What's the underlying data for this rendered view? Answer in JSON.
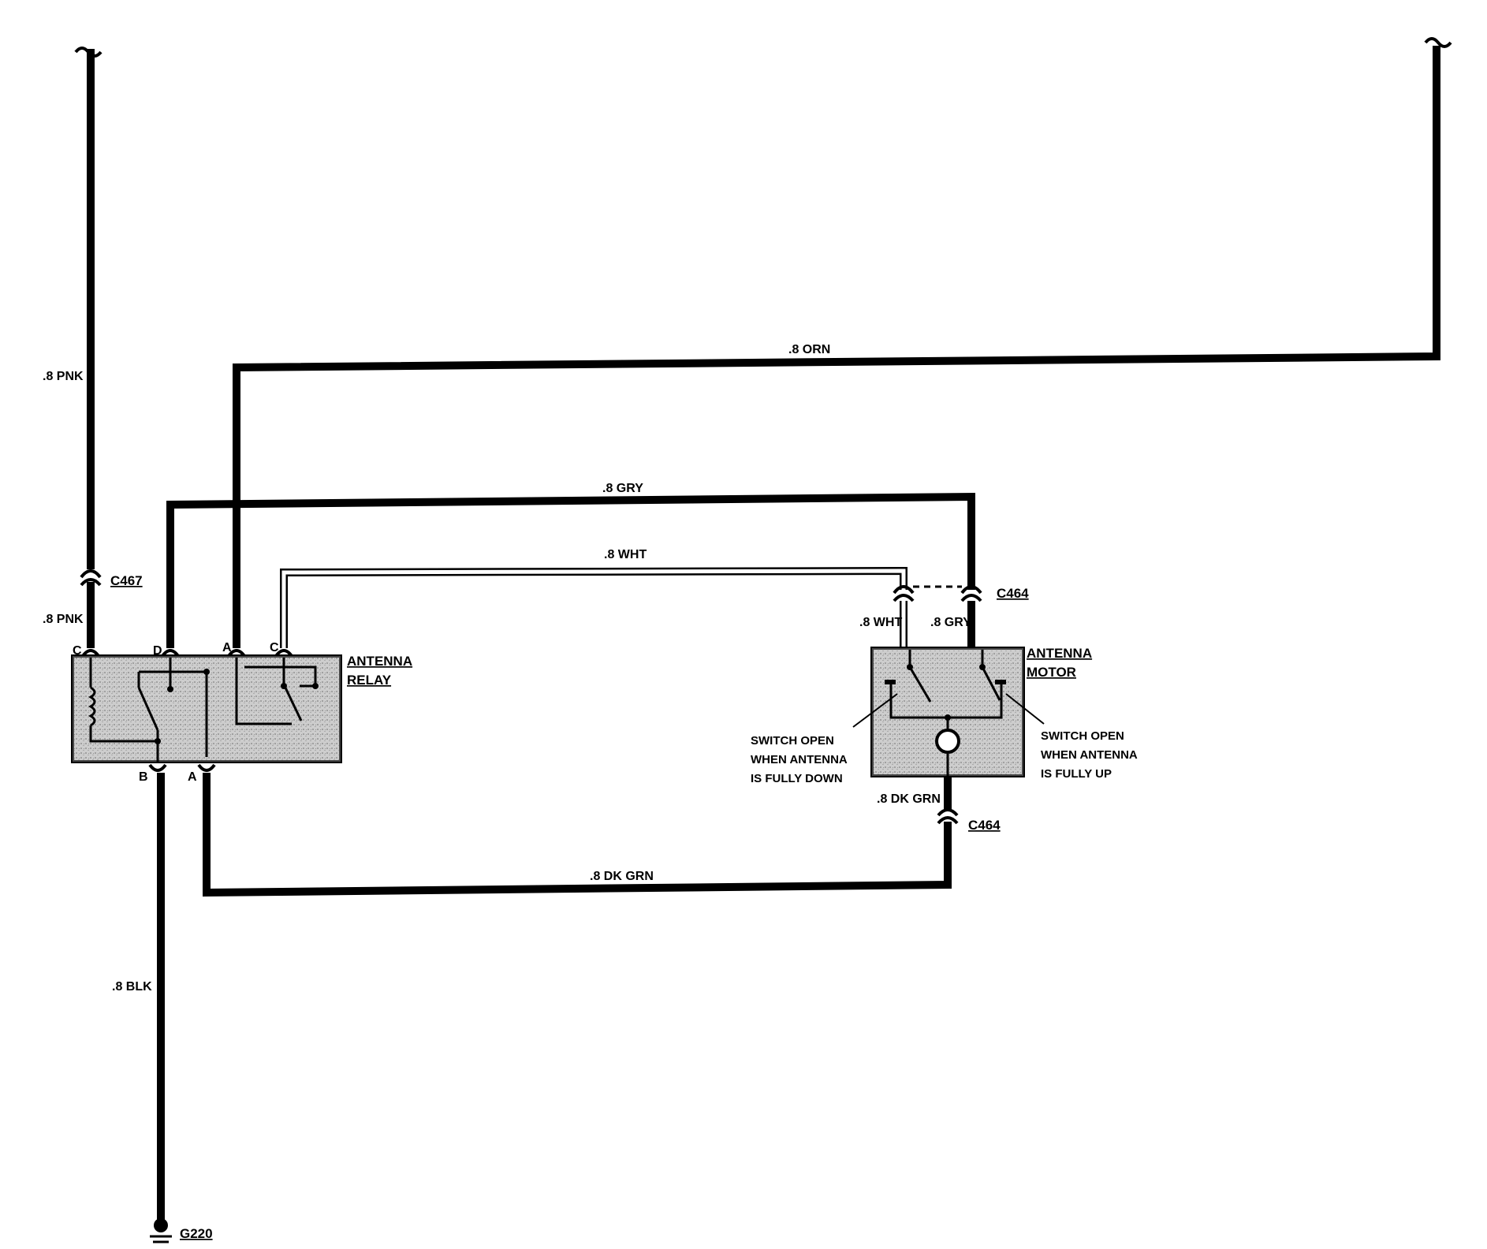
{
  "wires": {
    "pnk_upper": ".8 PNK",
    "pnk_lower": ".8 PNK",
    "orn": ".8 ORN",
    "gry": ".8 GRY",
    "wht": ".8 WHT",
    "wht_motor": ".8 WHT",
    "gry_motor": ".8 GRY",
    "dkgrn_motor": ".8 DK GRN",
    "dkgrn_bottom": ".8 DK GRN",
    "blk": ".8 BLK"
  },
  "connectors": {
    "c467": "C467",
    "c464_top": "C464",
    "c464_bottom": "C464"
  },
  "ground": "G220",
  "relay": {
    "line1": "ANTENNA",
    "line2": "RELAY",
    "pins": {
      "c_left": "C",
      "d": "D",
      "a_top": "A",
      "c_right": "C",
      "b": "B",
      "a_bottom": "A"
    }
  },
  "motor": {
    "line1": "ANTENNA",
    "line2": "MOTOR"
  },
  "notes": {
    "left": [
      "SWITCH OPEN",
      "WHEN ANTENNA",
      "IS FULLY DOWN"
    ],
    "right": [
      "SWITCH OPEN",
      "WHEN ANTENNA",
      "IS FULLY UP"
    ]
  },
  "colors": {
    "wire": "#000000",
    "component_fill": "#c8c8c8"
  }
}
